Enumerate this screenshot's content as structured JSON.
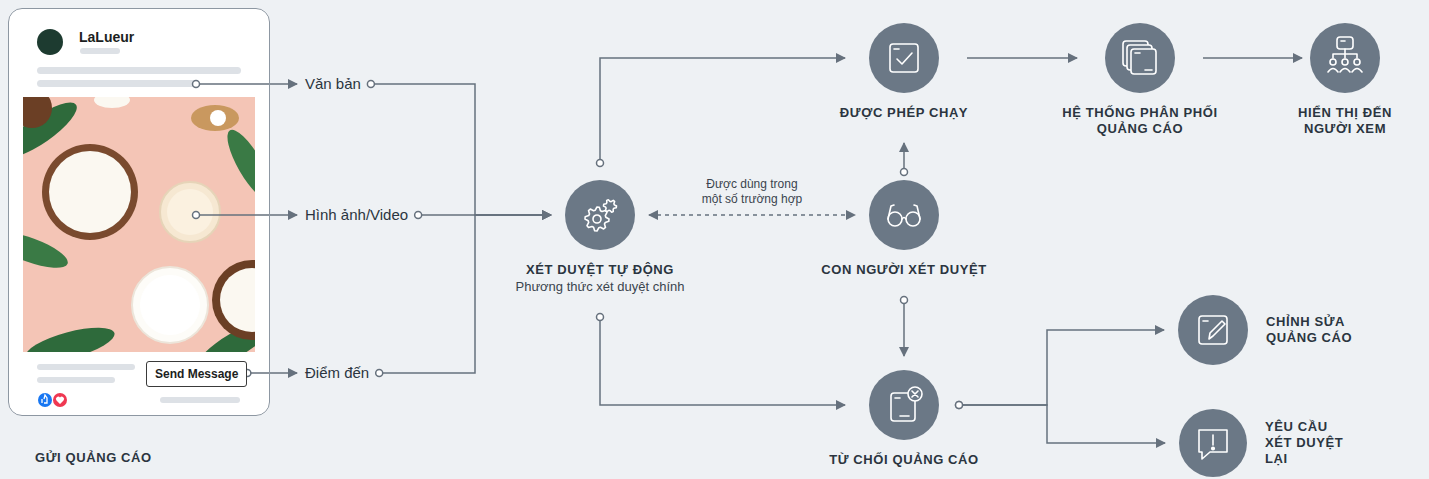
{
  "diagram": {
    "nodes": [
      {
        "text": [
          "LaLueur"
        ]
      },
      {
        "text": [
          "Send Message"
        ],
        "in": 0
      },
      {
        "text": [
          "Văn bản"
        ]
      },
      {
        "text": [
          "Hình ảnh/Video"
        ]
      },
      {
        "text": [
          "Điểm đến"
        ]
      },
      {
        "text": [
          "XÉT DUYỆT TỰ ĐỘNG",
          "Phương thức xét duyệt chính"
        ]
      },
      {
        "text": [
          "CON NGƯỜI XÉT DUYỆT"
        ]
      },
      {
        "text": [
          "ĐƯỢC PHÉP CHẠY"
        ]
      },
      {
        "text": [
          "HỆ THỐNG PHÂN PHỐI QUẢNG CÁO"
        ]
      },
      {
        "text": [
          "HIỂN THỊ ĐẾN NGƯỜI XEM"
        ]
      },
      {
        "text": [
          "TỪ CHỐI QUẢNG CÁO"
        ]
      },
      {
        "text": [
          "CHỈNH SỬA QUẢNG CÁO"
        ]
      },
      {
        "text": [
          "YÊU CẦU XÉT DUYỆT LẠI"
        ]
      }
    ],
    "edges": [
      {
        "from": 0,
        "to": 2,
        "arrow": "to"
      },
      {
        "from": 0,
        "to": 3,
        "arrow": "to"
      },
      {
        "from": 1,
        "to": 4,
        "arrow": "to"
      },
      {
        "from": 2,
        "to": 5,
        "arrow": "to"
      },
      {
        "from": 3,
        "to": 5,
        "arrow": "to"
      },
      {
        "from": 4,
        "to": 5,
        "arrow": "to"
      },
      {
        "from": 5,
        "to": 7,
        "arrow": "to"
      },
      {
        "from": 5,
        "to": 6,
        "label": "Được dùng trong một số trường hợp",
        "arrow": "both"
      },
      {
        "from": 6,
        "to": 7,
        "arrow": "to"
      },
      {
        "from": 6,
        "to": 10,
        "arrow": "to"
      },
      {
        "from": 5,
        "to": 10,
        "arrow": "to"
      },
      {
        "from": 7,
        "to": 8,
        "arrow": "to"
      },
      {
        "from": 8,
        "to": 9,
        "arrow": "to"
      },
      {
        "from": 10,
        "to": 11,
        "arrow": "to"
      },
      {
        "from": 10,
        "to": 12,
        "arrow": "to"
      }
    ],
    "labels": [
      "GỬI QUẢNG CÁO"
    ]
  }
}
